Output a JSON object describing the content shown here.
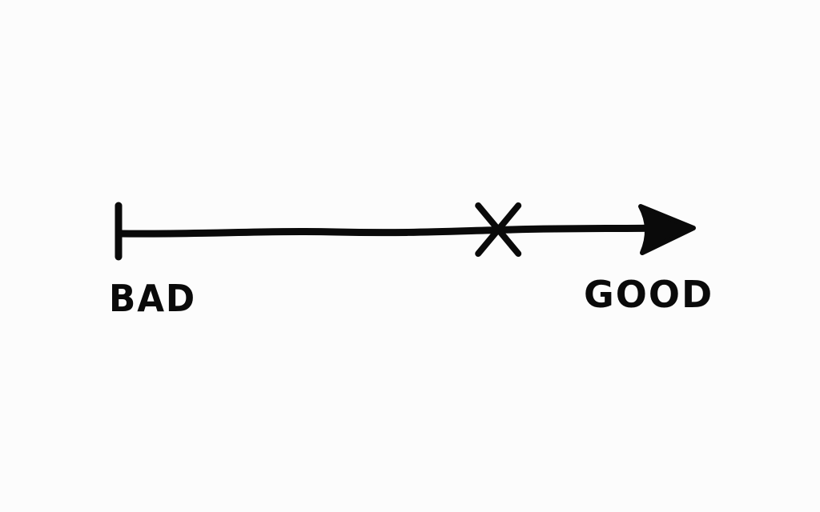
{
  "scale": {
    "left_label": "BAD",
    "right_label": "GOOD",
    "marker_position": 0.66,
    "ink_color": "#0a0a0a",
    "marker_icon": "x-mark-icon",
    "arrow_icon": "arrowhead-icon"
  }
}
